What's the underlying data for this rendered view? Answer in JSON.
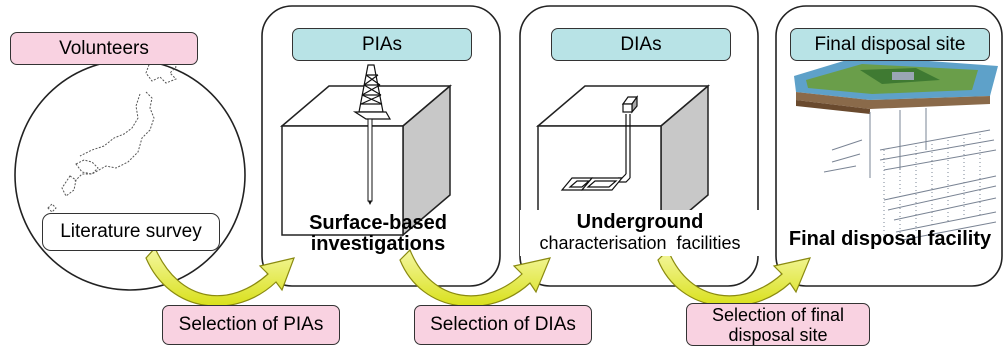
{
  "stages": {
    "volunteers": {
      "tag": "Volunteers",
      "caption": "Literature survey"
    },
    "pias": {
      "tag": "PIAs",
      "caption_line1": "Surface-based",
      "caption_line2": "investigations"
    },
    "dias": {
      "tag": "DIAs",
      "caption_line1": "Underground",
      "caption_line2": "characterisation  facilities"
    },
    "final": {
      "tag": "Final disposal site",
      "caption": "Final disposal facility"
    }
  },
  "selections": {
    "pias": "Selection of PIAs",
    "dias": "Selection of DIAs",
    "final_line1": "Selection of final",
    "final_line2": "disposal site"
  },
  "colors": {
    "stage_tag": "#b8e3e6",
    "volunteer_and_selection_tag": "#f9d2e1",
    "arrow": "#e6ec1f",
    "arrow_outline": "#8a8a10",
    "box_side": "#c8c8c8"
  }
}
